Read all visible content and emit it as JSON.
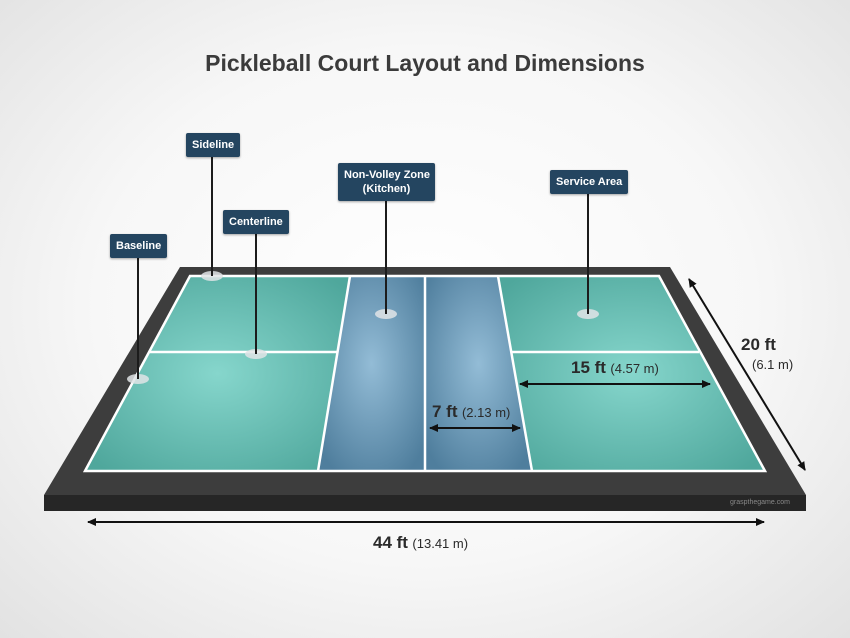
{
  "title": "Pickleball Court Layout and Dimensions",
  "labels": {
    "sideline": "Sideline",
    "centerline": "Centerline",
    "baseline": "Baseline",
    "nvz_line1": "Non-Volley Zone",
    "nvz_line2": "(Kitchen)",
    "service_area": "Service Area"
  },
  "dimensions": {
    "length_ft": "44 ft",
    "length_m": "(13.41 m)",
    "width_ft": "20 ft",
    "width_m": "(6.1 m)",
    "service_ft": "15 ft",
    "service_m": "(4.57 m)",
    "kitchen_ft": "7 ft",
    "kitchen_m": "(2.13 m)"
  },
  "watermark": "graspthegame.com",
  "colors": {
    "court_green": "#5fb8ad",
    "kitchen_blue": "#6a98b8",
    "frame": "#3d3d3d",
    "label_bg": "#244560"
  }
}
